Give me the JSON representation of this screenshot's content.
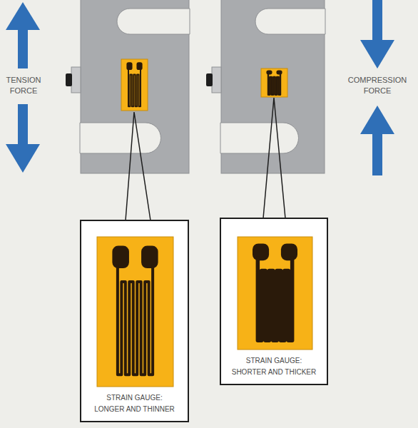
{
  "diagram": {
    "nodes": [
      {
        "text": [
          "STRAIN GAUGE: LONGER AND THINNER"
        ]
      },
      {
        "text": [
          "STRAIN GAUGE: SHORTER AND THICKER"
        ]
      }
    ],
    "labels": [
      "TENSION FORCE",
      "COMPRESSION FORCE"
    ]
  }
}
